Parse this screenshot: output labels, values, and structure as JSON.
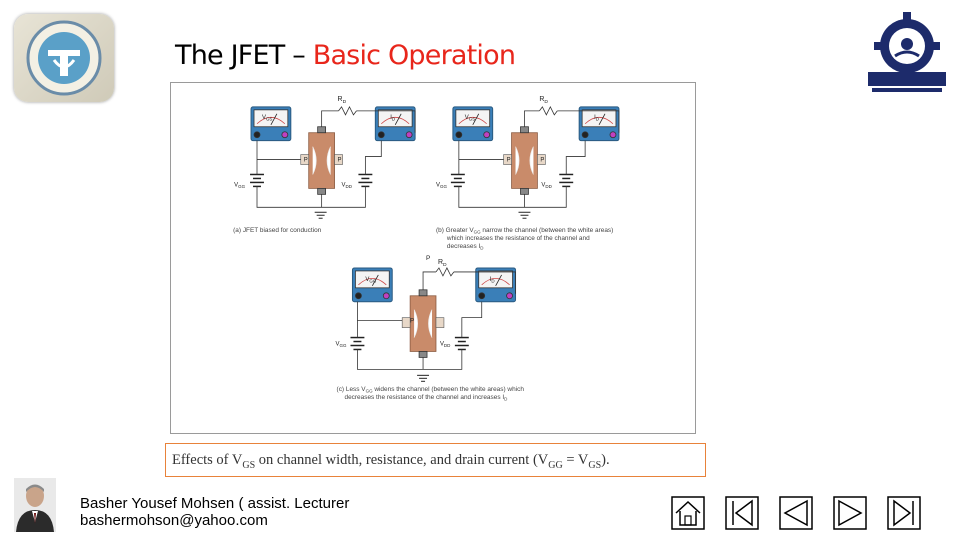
{
  "title": {
    "part1": "The JFET – ",
    "part2": "Basic Operation"
  },
  "colors": {
    "accent": "#e8261b",
    "caption_border": "#e8823a",
    "meter_blue": "#3a7fb8",
    "jfet_body": "#c98b6a"
  },
  "figure": {
    "captions": {
      "a": "(a) JFET biased for conduction",
      "b_line1": "(b) Greater V",
      "b_line1_sub": "GG",
      "b_line1_rest": " narrow the channel (between the white areas)",
      "b_line2": "which increases the resistance of the channel and",
      "b_line3": "decreases I",
      "b_line3_sub": "D",
      "c_line1": "(c) Less V",
      "c_line1_sub": "GG",
      "c_line1_rest": " widens the channel (between the white areas) which",
      "c_line2": "decreases the resistance of the channel and increases I",
      "c_line2_sub": "D"
    },
    "labels": {
      "rd": "R",
      "rd_sub": "D",
      "vgs": "V",
      "vgs_sub": "GS",
      "vgg_meter": "V",
      "vgg_meter_sub": "GG",
      "id": "I",
      "id_sub": "D",
      "vgg": "V",
      "vgg_sub": "GG",
      "vdd": "V",
      "vdd_sub": "DD",
      "p": "P",
      "plus": "+",
      "minus": "−"
    }
  },
  "caption": {
    "text1": "Effects of V",
    "sub1": "GS",
    "text2": " on channel width, resistance, and drain current (V",
    "sub2": "GG",
    "text3": " = V",
    "sub3": "GS",
    "text4": ")."
  },
  "footer": {
    "name": "Basher Yousef Mohsen ( assist. Lecturer",
    "email": "bashermohson@yahoo.com"
  },
  "nav": {
    "icons": [
      "home-icon",
      "first-slide-icon",
      "previous-slide-icon",
      "next-slide-icon",
      "last-slide-icon"
    ]
  }
}
